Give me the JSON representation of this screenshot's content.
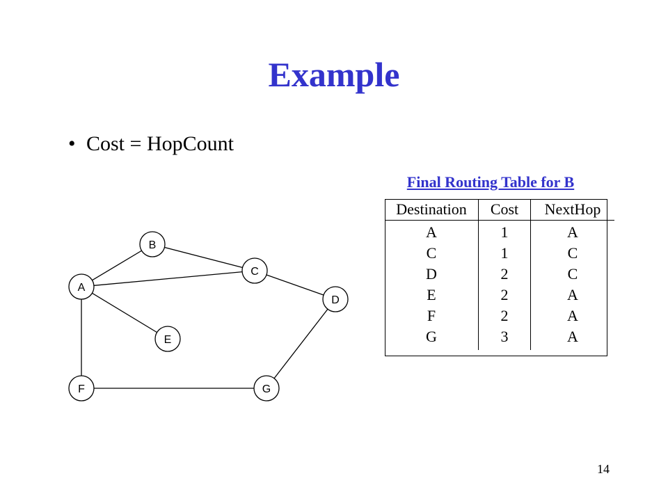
{
  "slide": {
    "title": "Example",
    "bullet_symbol": "•",
    "bullet": "Cost = HopCount",
    "page_number": "14"
  },
  "routing_table": {
    "title": "Final Routing Table for B",
    "headers": [
      "Destination",
      "Cost",
      "NextHop"
    ],
    "rows": [
      [
        "A",
        "1",
        "A"
      ],
      [
        "C",
        "1",
        "C"
      ],
      [
        "D",
        "2",
        "C"
      ],
      [
        "E",
        "2",
        "A"
      ],
      [
        "F",
        "2",
        "A"
      ],
      [
        "G",
        "3",
        "A"
      ]
    ]
  },
  "graph": {
    "nodes": [
      "A",
      "B",
      "C",
      "D",
      "E",
      "F",
      "G"
    ],
    "edges": [
      [
        "A",
        "B"
      ],
      [
        "A",
        "C"
      ],
      [
        "B",
        "C"
      ],
      [
        "A",
        "E"
      ],
      [
        "A",
        "F"
      ],
      [
        "C",
        "D"
      ],
      [
        "D",
        "G"
      ],
      [
        "F",
        "G"
      ]
    ]
  }
}
